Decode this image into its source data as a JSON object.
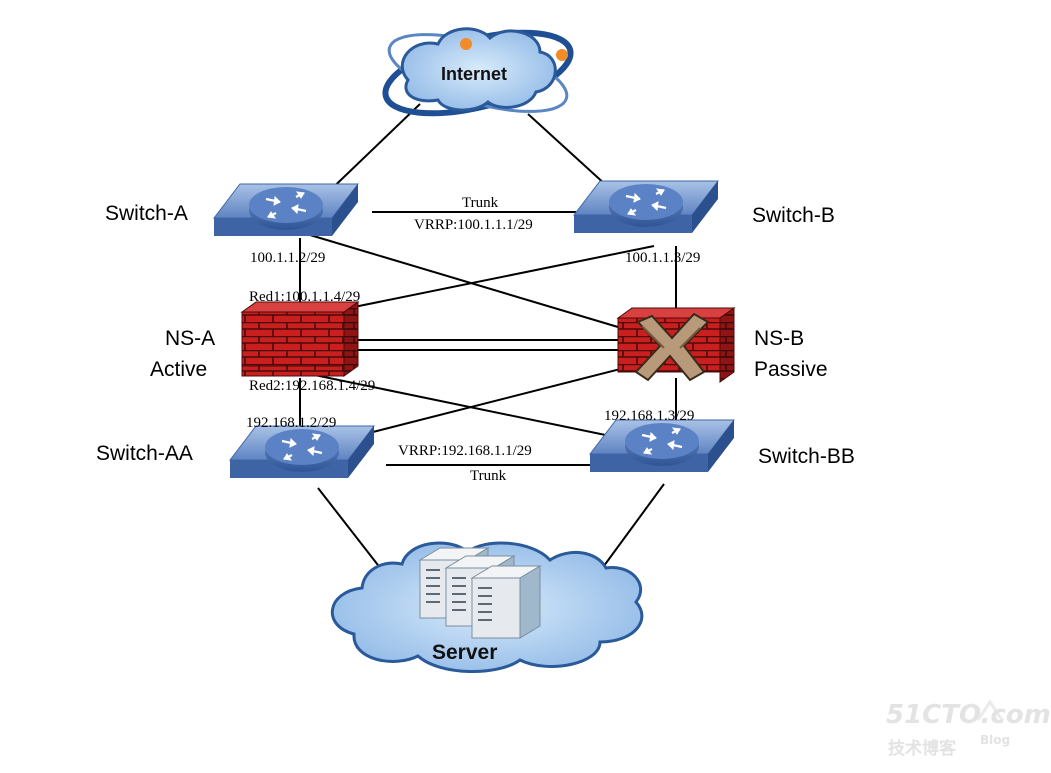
{
  "internet_label": "Internet",
  "server_label": "Server",
  "switch_a": {
    "name": "Switch-A",
    "ip": "100.1.1.2/29"
  },
  "switch_b": {
    "name": "Switch-B",
    "ip": "100.1.1.3/29"
  },
  "upper_link": {
    "type": "Trunk",
    "vrrp": "VRRP:100.1.1.1/29"
  },
  "ns_a": {
    "name": "NS-A",
    "state": "Active",
    "red1": "Red1:100.1.1.4/29",
    "red2": "Red2:192.168.1.4/29"
  },
  "ns_b": {
    "name": "NS-B",
    "state": "Passive"
  },
  "switch_aa": {
    "name": "Switch-AA",
    "ip": "192.168.1.2/29"
  },
  "switch_bb": {
    "name": "Switch-BB",
    "ip": "192.168.1.3/29"
  },
  "lower_link": {
    "vrrp": "VRRP:192.168.1.1/29",
    "type": "Trunk"
  },
  "watermark": {
    "site": "51CTO.com",
    "sub": "技术博客",
    "blog": "Blog"
  },
  "colors": {
    "switch_top": "#7f9fd0",
    "switch_side": "#3f66a8",
    "firewall": "#c81e1e",
    "mortar": "#3a0a0a",
    "cloud": "#aaccee",
    "cloud_border": "#2a5a9a",
    "line": "#000000"
  }
}
